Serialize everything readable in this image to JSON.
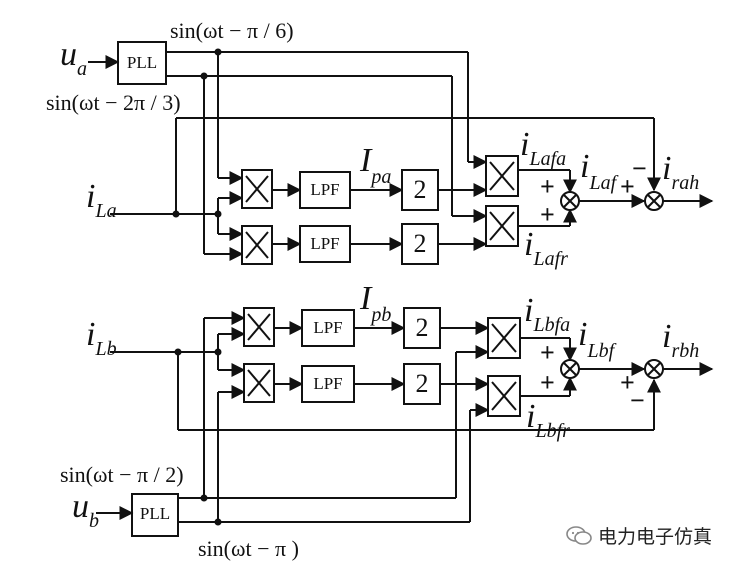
{
  "signals": {
    "ua_main": "u",
    "ua_sub": "a",
    "ub_main": "u",
    "ub_sub": "b",
    "iLa_main": "i",
    "iLa_sub": "La",
    "iLb_main": "i",
    "iLb_sub": "Lb"
  },
  "phase_labels": {
    "top_pll_out1": "sin(ωt − π / 6)",
    "top_pll_out2": "sin(ωt − 2π / 3)",
    "bottom_pll_out1": "sin(ωt − π / 2)",
    "bottom_pll_out2": "sin(ωt − π )"
  },
  "blocks": {
    "pll": "PLL",
    "lpf": "LPF",
    "gain": "2"
  },
  "intermediate": {
    "ipa_main": "I",
    "ipa_sub": "pa",
    "ipb_main": "I",
    "ipb_sub": "pb",
    "iLafa_main": "i",
    "iLafa_sub": "Lafa",
    "iLafr_main": "i",
    "iLafr_sub": "Lafr",
    "iLaf_main": "i",
    "iLaf_sub": "Laf",
    "iLbfa_main": "i",
    "iLbfa_sub": "Lbfa",
    "iLbfr_main": "i",
    "iLbfr_sub": "Lbfr",
    "iLbf_main": "i",
    "iLbf_sub": "Lbf"
  },
  "outputs": {
    "irah_main": "i",
    "irah_sub": "rah",
    "irbh_main": "i",
    "irbh_sub": "rbh"
  },
  "signs": {
    "plus": "+",
    "minus": "−"
  },
  "watermark": {
    "text": "电力电子仿真"
  }
}
